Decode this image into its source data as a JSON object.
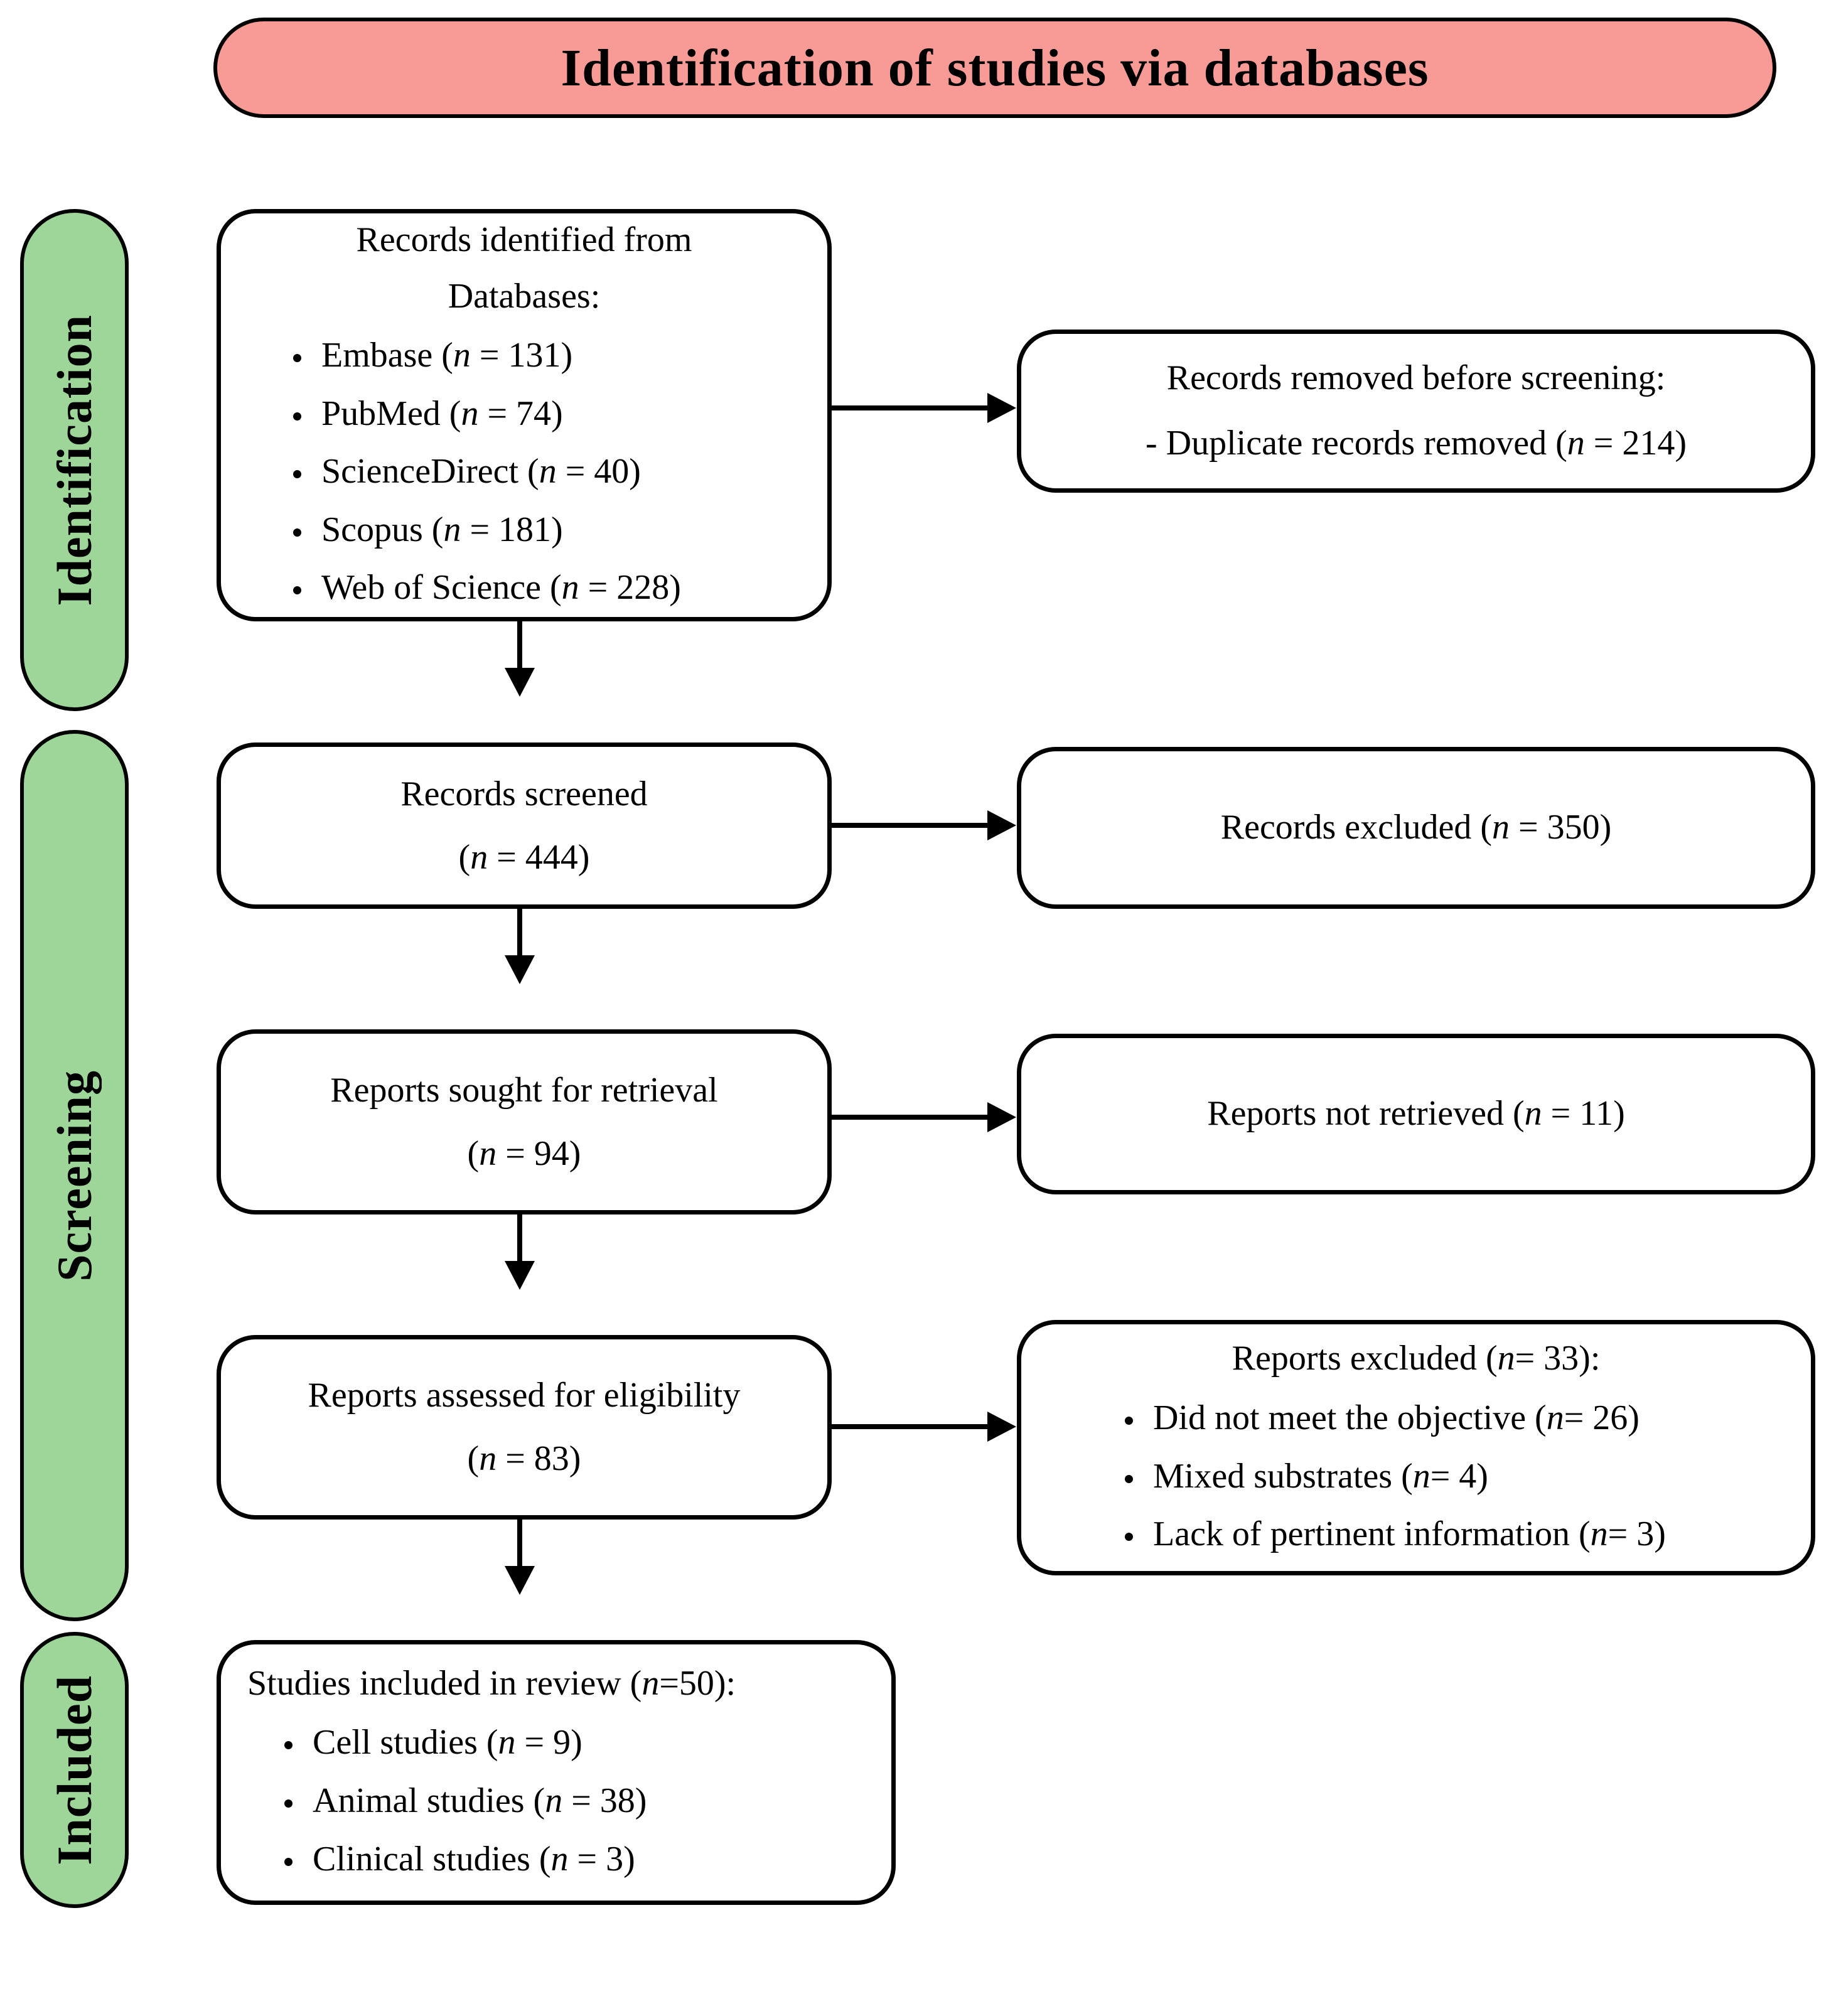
{
  "header": {
    "title": "Identification of studies via databases"
  },
  "colors": {
    "banner_pink": "#f89b96",
    "stage_green": "#9ed69a",
    "line_black": "#000000",
    "box_bg": "#ffffff"
  },
  "stages": [
    {
      "label": "Identification"
    },
    {
      "label": "Screening"
    },
    {
      "label": "Included"
    }
  ],
  "boxes": {
    "records_identified": {
      "title_line1": "Records identified from",
      "title_line2": "Databases:",
      "items": [
        {
          "pre": "Embase (",
          "var": "n",
          "post": " = 131)"
        },
        {
          "pre": "PubMed (",
          "var": "n",
          "post": " = 74)"
        },
        {
          "pre": "ScienceDirect (",
          "var": "n",
          "post": " = 40)"
        },
        {
          "pre": "Scopus (",
          "var": "n",
          "post": " = 181)"
        },
        {
          "pre": "Web of Science (",
          "var": "n",
          "post": " = 228)"
        }
      ]
    },
    "records_removed": {
      "line1": "Records removed before screening:",
      "line2": {
        "pre": "- Duplicate records removed (",
        "var": "n",
        "post": " = 214)"
      }
    },
    "records_screened": {
      "line1": "Records screened",
      "line2": {
        "pre": "(",
        "var": "n",
        "post": " = 444)"
      }
    },
    "records_excluded": {
      "line": {
        "pre": "Records excluded (",
        "var": "n",
        "post": " = 350)"
      }
    },
    "reports_sought": {
      "line1": "Reports sought for retrieval",
      "line2": {
        "pre": "(",
        "var": "n",
        "post": " = 94)"
      }
    },
    "reports_not_retrieved": {
      "line": {
        "pre": "Reports not retrieved (",
        "var": "n",
        "post": " = 11)"
      }
    },
    "reports_assessed": {
      "line1": "Reports assessed for eligibility",
      "line2": {
        "pre": "(",
        "var": "n",
        "post": " = 83)"
      }
    },
    "reports_excluded": {
      "title": {
        "pre": "Reports excluded (",
        "var": "n",
        "post": "= 33):"
      },
      "items": [
        {
          "pre": "Did not meet the objective (",
          "var": "n",
          "post": "= 26)"
        },
        {
          "pre": "Mixed substrates (",
          "var": "n",
          "post": "= 4)"
        },
        {
          "pre": "Lack of pertinent information (",
          "var": "n",
          "post": "= 3)"
        }
      ]
    },
    "studies_included": {
      "title": {
        "pre": "Studies included in review (",
        "var": "n",
        "post": "=50):"
      },
      "items": [
        {
          "pre": "Cell studies (",
          "var": "n",
          "post": " = 9)"
        },
        {
          "pre": "Animal studies (",
          "var": "n",
          "post": " = 38)"
        },
        {
          "pre": "Clinical studies (",
          "var": "n",
          "post": " = 3)"
        }
      ]
    }
  }
}
